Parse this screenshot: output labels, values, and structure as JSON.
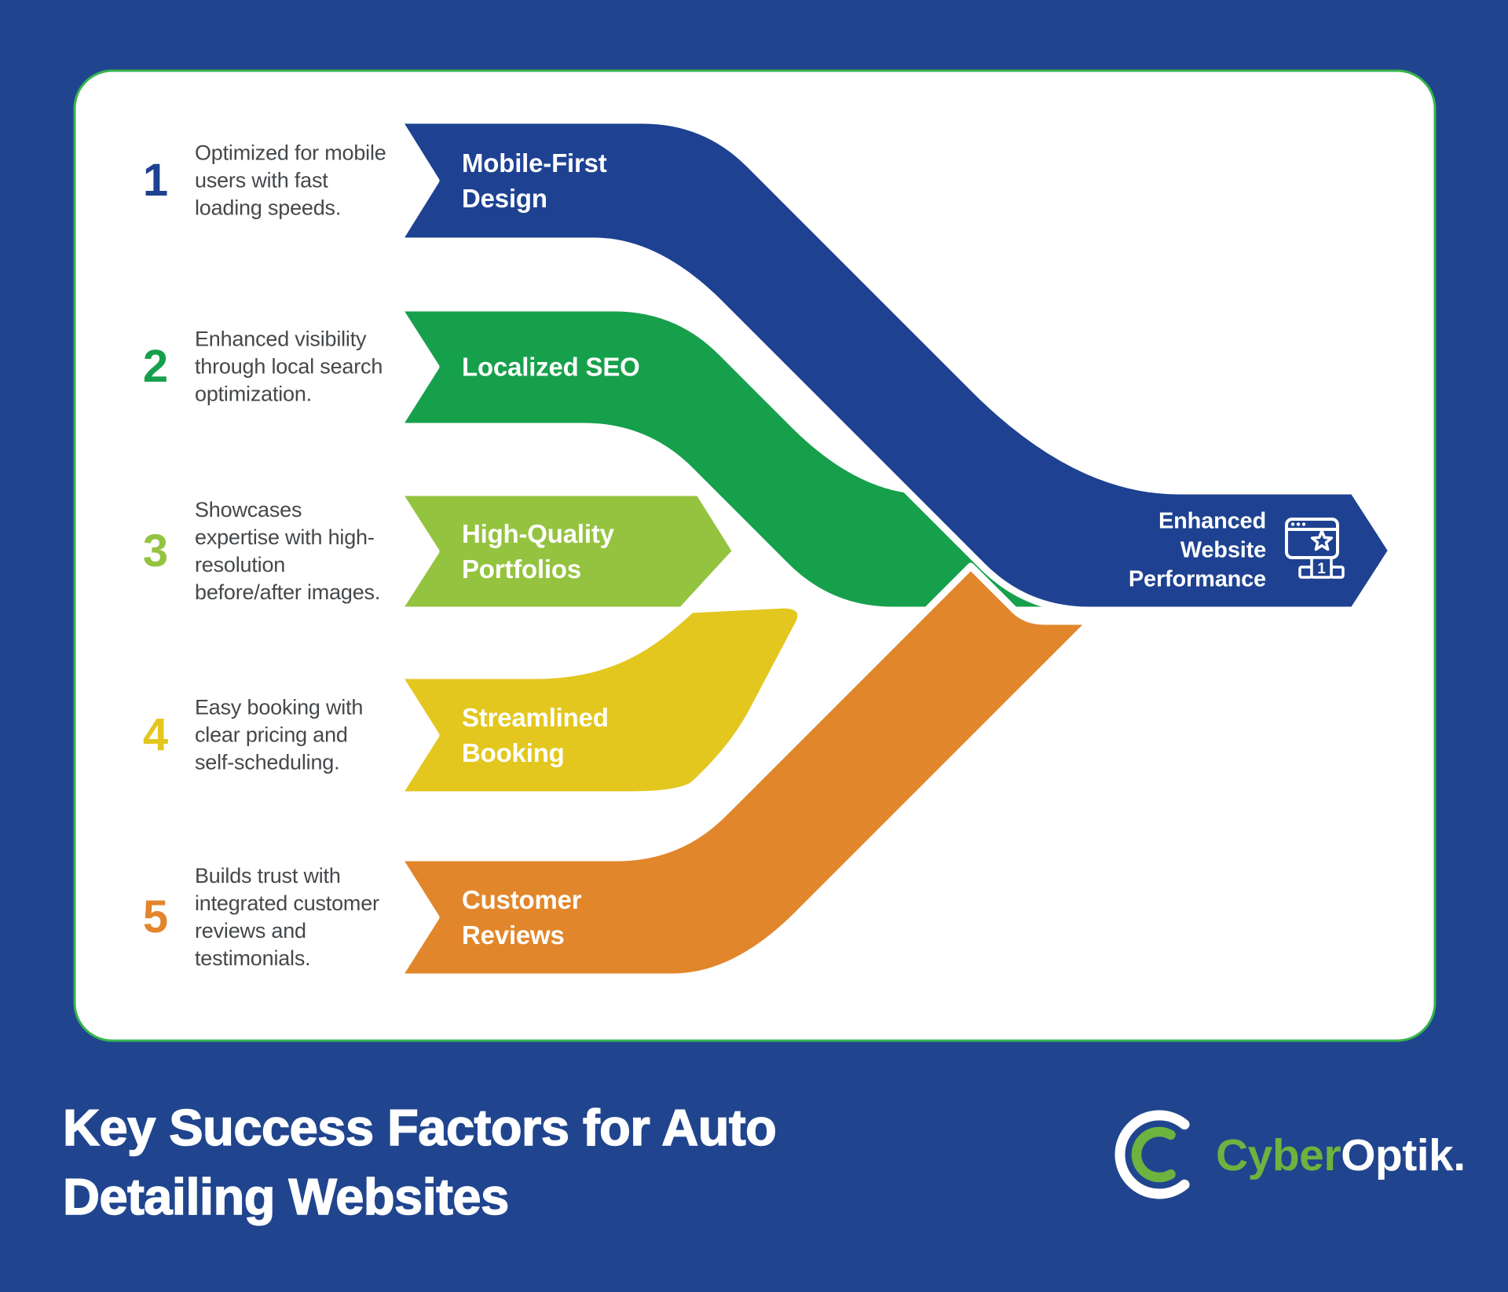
{
  "title": "Key Success Factors for Auto Detailing Websites",
  "steps": [
    {
      "num": "1",
      "desc": "Optimized for mobile users with fast loading speeds.",
      "label_lines": [
        "Mobile-First",
        "Design"
      ],
      "color": "#1e4291"
    },
    {
      "num": "2",
      "desc": "Enhanced visibility through local search optimization.",
      "label_lines": [
        "Localized SEO"
      ],
      "color": "#17a04b"
    },
    {
      "num": "3",
      "desc": "Showcases expertise with high-resolution before/after images.",
      "label_lines": [
        "High-Quality",
        "Portfolios"
      ],
      "color": "#94c33f"
    },
    {
      "num": "4",
      "desc": "Easy booking with clear pricing and self-scheduling.",
      "label_lines": [
        "Streamlined",
        "Booking"
      ],
      "color": "#e3c71f"
    },
    {
      "num": "5",
      "desc": "Builds trust with integrated customer reviews and testimonials.",
      "label_lines": [
        "Customer",
        "Reviews"
      ],
      "color": "#e2862c"
    }
  ],
  "outcome": {
    "label_lines": [
      "Enhanced",
      "Website",
      "Performance"
    ],
    "icon": "winner-website-icon",
    "podium_rank": "1",
    "color": "#1e4291"
  },
  "footer": {
    "logo_cyber": "Cyber",
    "logo_optik": "Optik."
  },
  "colors": {
    "background": "#20458e",
    "card": "#ffffff",
    "card_border": "#35b44e",
    "desc_text": "#45484b",
    "logo_green": "#6db33f"
  }
}
